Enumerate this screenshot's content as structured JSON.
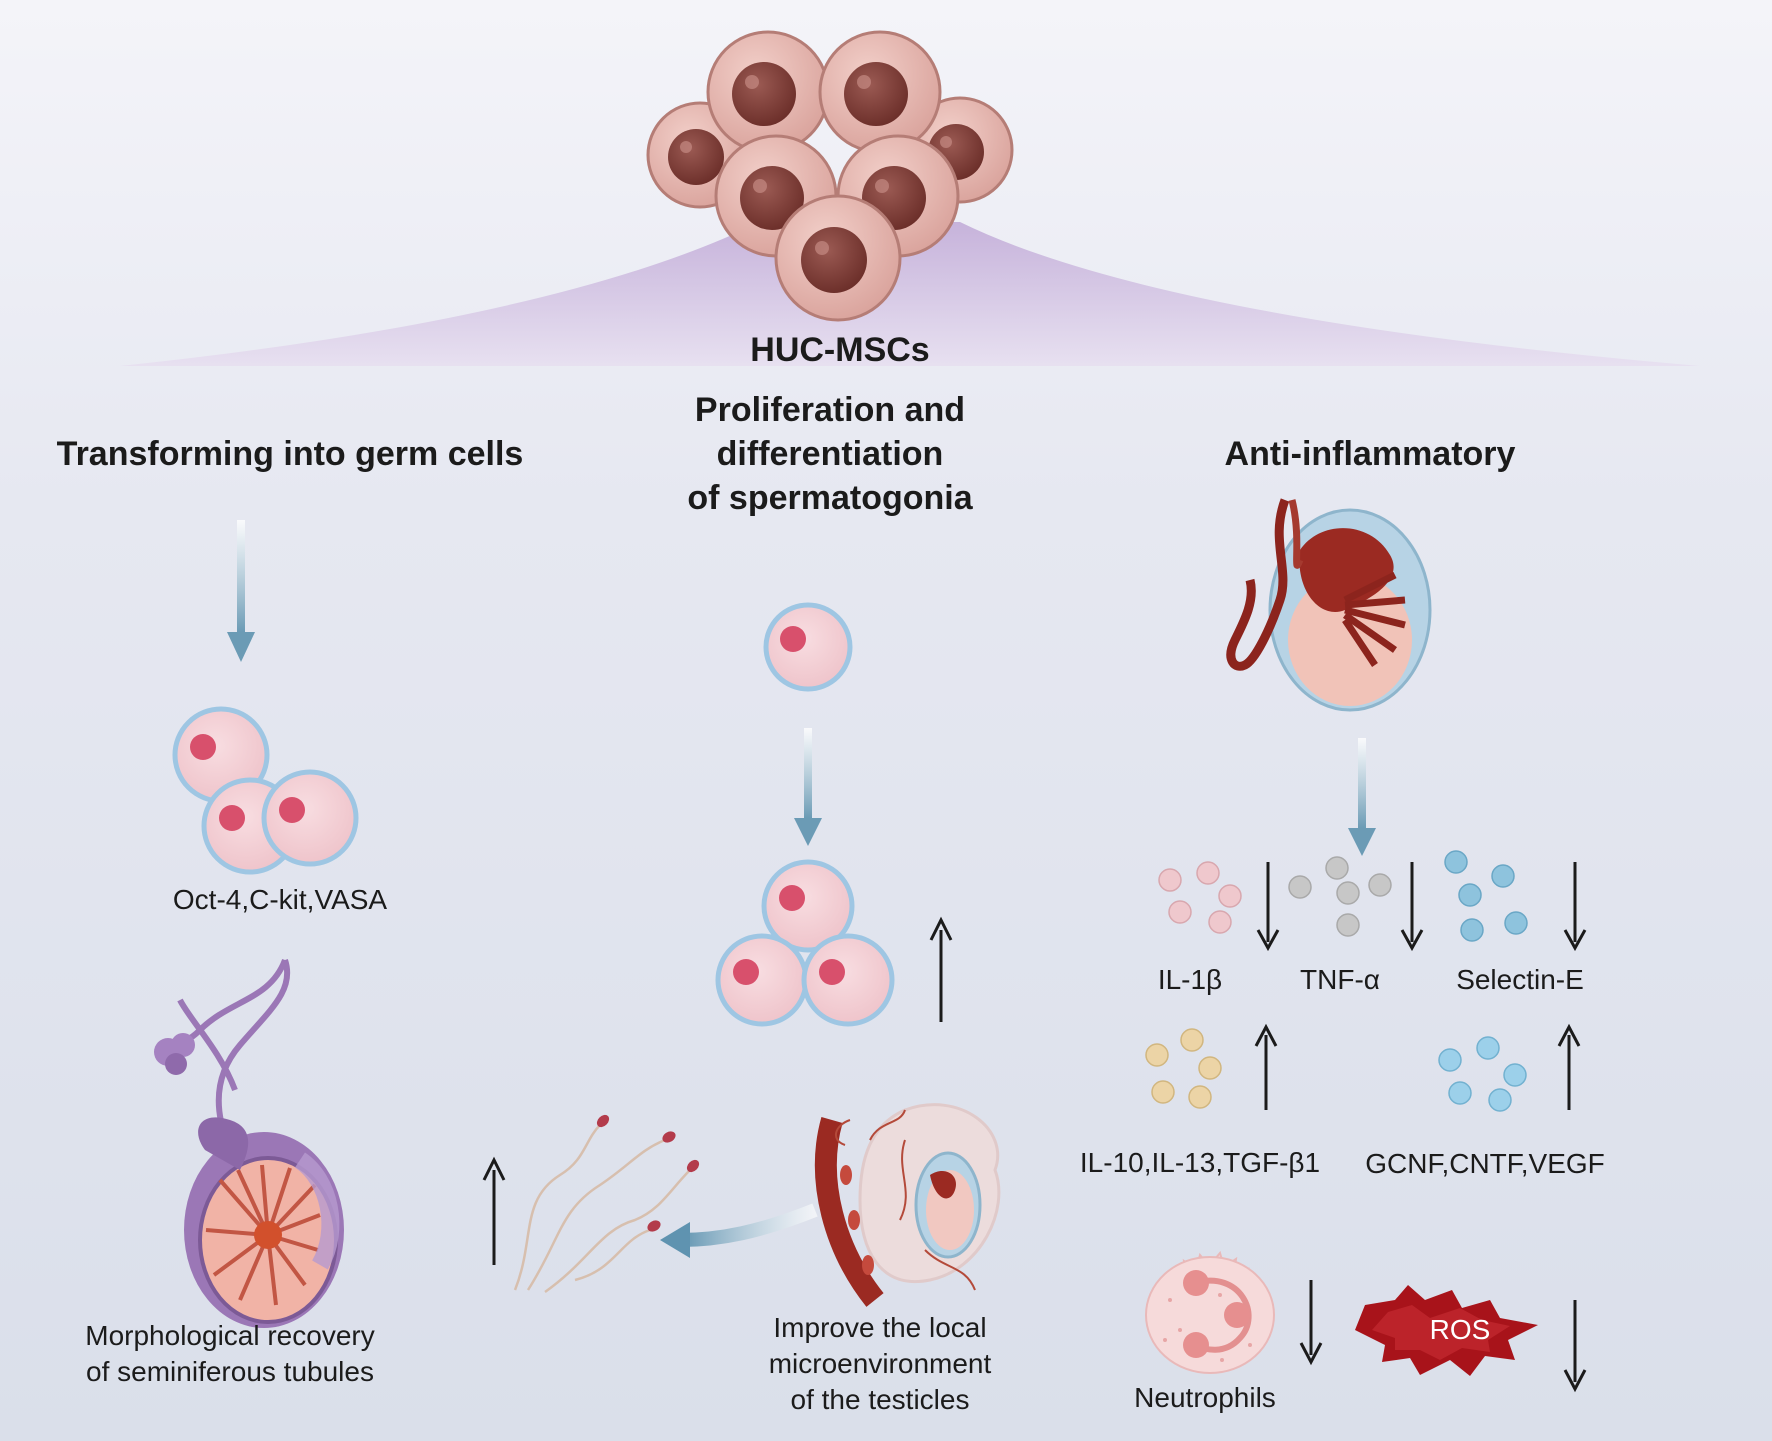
{
  "title": "HUC-MSCs",
  "branches": {
    "germ_cells": {
      "heading": "Transforming into germ cells",
      "markers": "Oct-4,C-kit,VASA",
      "outcome_line1": "Morphological recovery",
      "outcome_line2": "of seminiferous tubules"
    },
    "spermatogonia": {
      "heading_line1": "Proliferation and",
      "heading_line2": "differentiation",
      "heading_line3": "of spermatogonia",
      "microenv_line1": "Improve the local",
      "microenv_line2": "microenvironment",
      "microenv_line3": "of the testicles"
    },
    "anti_inflammatory": {
      "heading": "Anti-inflammatory",
      "factors_down": [
        "IL-1β",
        "TNF-α",
        "Selectin-E"
      ],
      "factors_up": [
        "IL-10,IL-13,TGF-β1",
        "GCNF,CNTF,VEGF"
      ],
      "neutrophils": "Neutrophils",
      "ros": "ROS"
    }
  },
  "colors": {
    "arrow_blue": "#6b9bb5",
    "cluster_glow": "#c9b6dc",
    "msc_cell": "#e6b4ad",
    "msc_nucleus": "#7a3b35",
    "germ_cell": "#f3cdd3",
    "germ_nucleus": "#d8506c",
    "membrane_blue": "#9ec6e3",
    "testis_red": "#9b2a22",
    "testis_purple": "#9b77b6",
    "ros_red": "#a8131a"
  }
}
